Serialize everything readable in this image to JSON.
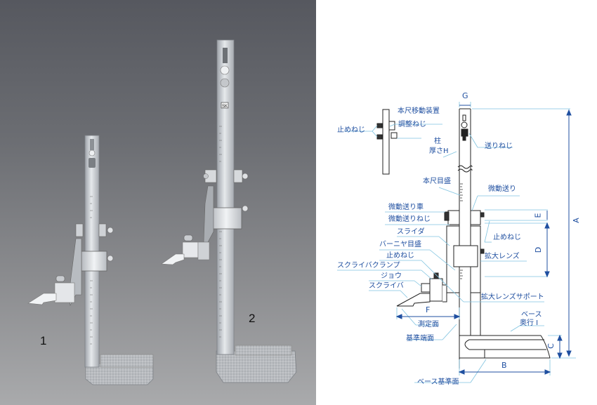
{
  "photo": {
    "items": [
      {
        "number": "1",
        "description": "small height gauge with scriber"
      },
      {
        "number": "2",
        "description": "large height gauge with scriber",
        "brand_mark": "SK"
      }
    ],
    "background_color": "#6a6c71"
  },
  "diagram": {
    "line_color": "#1f4fa0",
    "leader_color": "#7fc3e0",
    "inset_labels": {
      "main_scale_mover": "本尺移動装置",
      "adjusting_screw": "調整ねじ",
      "stop_screw_inset": "止めねじ"
    },
    "labels": {
      "column": "柱",
      "thickness_h": "厚さH",
      "feed_screw": "送りねじ",
      "main_scale": "本尺目盛",
      "fine_feed": "微動送り",
      "fine_feed_wheel": "微動送り車",
      "fine_feed_screw": "微動送りねじ",
      "slider": "スライダ",
      "vernier_scale": "バーニヤ目盛",
      "stop_screw": "止めねじ",
      "stop_screw_right": "止めねじ",
      "scriber_clamp": "スクライバクランプ",
      "jaw": "ジョウ",
      "scriber": "スクライバ",
      "magnifier": "拡大レンズ",
      "magnifier_support": "拡大レンズサポート",
      "measuring_face": "測定面",
      "reference_end_face": "基準端面",
      "base_depth_1": "ベース",
      "base_depth_2": "奥行 I",
      "base_reference_face": "ベース基準面"
    },
    "dimensions": {
      "A": "A",
      "B": "B",
      "C": "C",
      "D": "D",
      "E": "E",
      "F": "F",
      "G": "G"
    }
  }
}
